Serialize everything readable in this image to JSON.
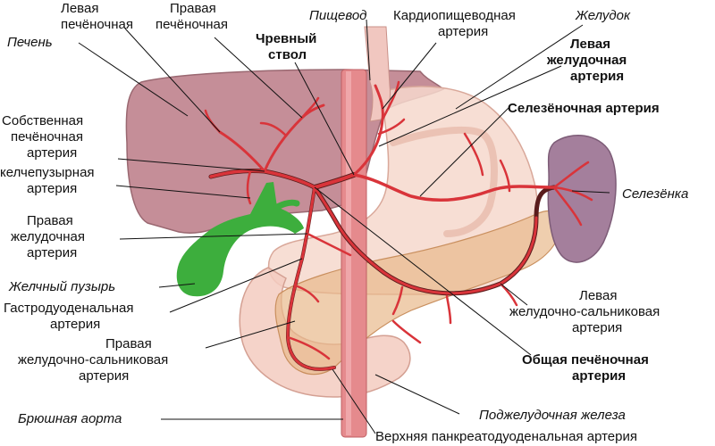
{
  "labels": {
    "left_hepatic": [
      "Левая",
      "печёночная"
    ],
    "right_hepatic": [
      "Правая",
      "печёночная"
    ],
    "celiac_trunk": [
      "Чревный",
      "ствол"
    ],
    "esophagus": "Пищевод",
    "cardio_esophageal": [
      "Кардиопищеводная",
      "артерия"
    ],
    "stomach": "Желудок",
    "liver": "Печень",
    "left_gastric": [
      "Левая",
      "желудочная",
      "артерия"
    ],
    "splenic_artery": "Селезёночная артерия",
    "proper_hepatic": [
      "Собственная",
      "печёночная",
      "артерия"
    ],
    "cystic": [
      "келчепузырная",
      "артерия"
    ],
    "spleen": "Селезёнка",
    "right_gastric": [
      "Правая",
      "желудочная",
      "артерия"
    ],
    "gallbladder": "Желчный пузырь",
    "gastroduodenal": [
      "Гастродуоденальная",
      "артерия"
    ],
    "left_gastroepiploic": [
      "Левая",
      "желудочно-сальниковая",
      "артерия"
    ],
    "right_gastroepiploic": [
      "Правая",
      "желудочно-сальниковая",
      "артерия"
    ],
    "common_hepatic": [
      "Общая печёночная",
      "артерия"
    ],
    "abdominal_aorta": "Брюшная аорта",
    "pancreas": "Поджелудочная железа",
    "sup_pancreaticoduodenal": "Верхняя панкреатодуоденальная артерия"
  },
  "colors": {
    "liver": "#c58e98",
    "stomach": "#f6d8cc",
    "spleen": "#a47f9c",
    "pancreas": "#e8b98c",
    "gallbladder": "#3dae3d",
    "aorta": "#e58a8d",
    "artery": "#d9343a"
  }
}
